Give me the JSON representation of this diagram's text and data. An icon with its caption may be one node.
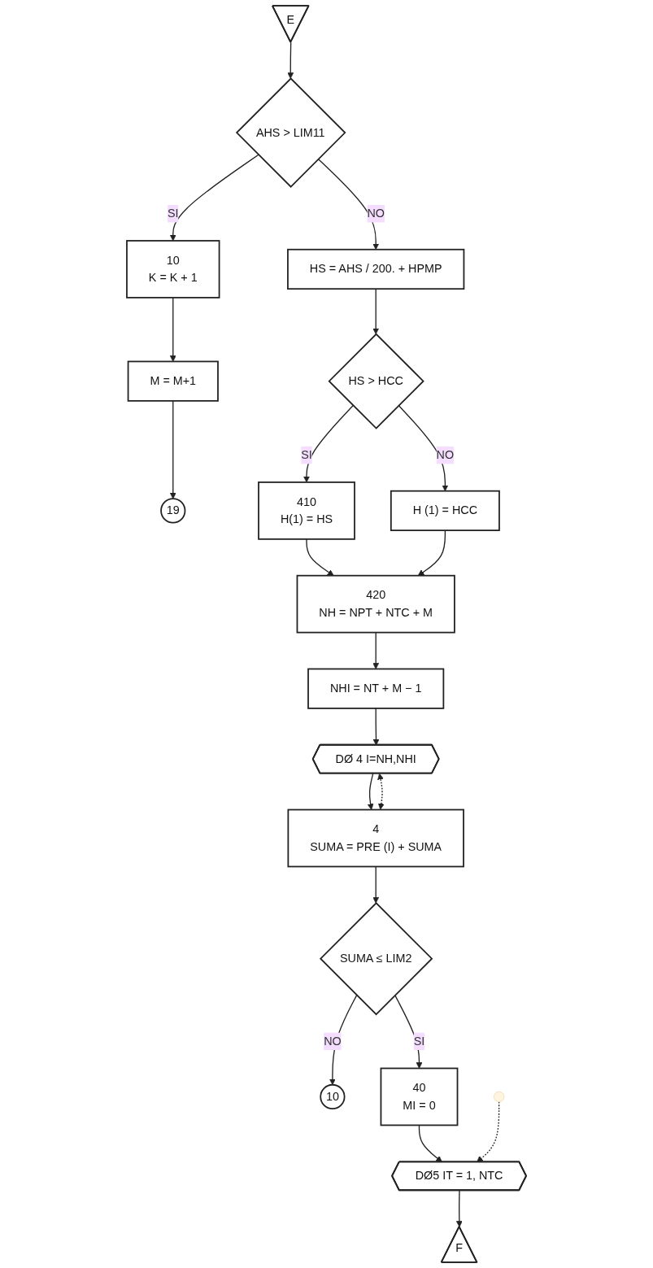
{
  "diagram": {
    "nodes": [
      {
        "text": [
          "E"
        ]
      },
      {
        "text": [
          "AHS > LIM11"
        ]
      },
      {
        "text": [
          "10",
          "K = K + 1"
        ]
      },
      {
        "text": [
          "M = M+1"
        ]
      },
      {
        "text": [
          "19"
        ]
      },
      {
        "text": [
          "HS = AHS / 200. + HPMP"
        ]
      },
      {
        "text": [
          "HS > HCC"
        ]
      },
      {
        "text": [
          "H (1) = HCC"
        ]
      },
      {
        "text": [
          "410",
          "H(1) = HS"
        ]
      },
      {
        "text": [
          "420",
          "NH = NPT + NTC + M"
        ]
      },
      {
        "text": [
          "NHI = NT + M − 1"
        ]
      },
      {
        "text": [
          "DØ 4 I=NH,NHI"
        ]
      },
      {
        "text": [
          "4",
          "SUMA = PRE (I) + SUMA"
        ]
      },
      {
        "text": [
          "SUMA ≤ LIM2"
        ]
      },
      {
        "text": [
          "10"
        ]
      },
      {
        "text": [
          "40",
          "MI = 0"
        ]
      },
      {
        "text": [
          "DØ5 IT = 1, NTC"
        ]
      },
      {
        "text": [
          "F"
        ]
      }
    ],
    "edges": [
      {
        "from": 0,
        "to": 1,
        "arrow": "to"
      },
      {
        "from": 1,
        "to": 2,
        "arrow": "to",
        "label": "SI"
      },
      {
        "from": 2,
        "to": 3,
        "arrow": "to"
      },
      {
        "from": 3,
        "to": 4,
        "arrow": "to"
      },
      {
        "from": 1,
        "to": 5,
        "arrow": "to",
        "label": "NO"
      },
      {
        "from": 5,
        "to": 6,
        "arrow": "to"
      },
      {
        "from": 6,
        "to": 7,
        "arrow": "to",
        "label": "NO"
      },
      {
        "from": 6,
        "to": 8,
        "arrow": "to",
        "label": "SI"
      },
      {
        "from": 8,
        "to": 9,
        "arrow": "to"
      },
      {
        "from": 7,
        "to": 9,
        "arrow": "to"
      },
      {
        "from": 9,
        "to": 10,
        "arrow": "to"
      },
      {
        "from": 10,
        "to": 11,
        "arrow": "to"
      },
      {
        "from": 11,
        "to": 12,
        "arrow": "to"
      },
      {
        "from": 12,
        "to": 11,
        "arrow": "both",
        "style": "dashed"
      },
      {
        "from": 12,
        "to": 13,
        "arrow": "to"
      },
      {
        "from": 13,
        "to": 14,
        "arrow": "to",
        "label": "NO"
      },
      {
        "from": 13,
        "to": 15,
        "arrow": "to",
        "label": "SI"
      },
      {
        "from": 15,
        "to": 16,
        "arrow": "to"
      },
      {
        "from": 16,
        "to": 17,
        "arrow": "to"
      },
      {
        "from": null,
        "to": 16,
        "arrow": "to",
        "style": "dashed"
      }
    ]
  }
}
